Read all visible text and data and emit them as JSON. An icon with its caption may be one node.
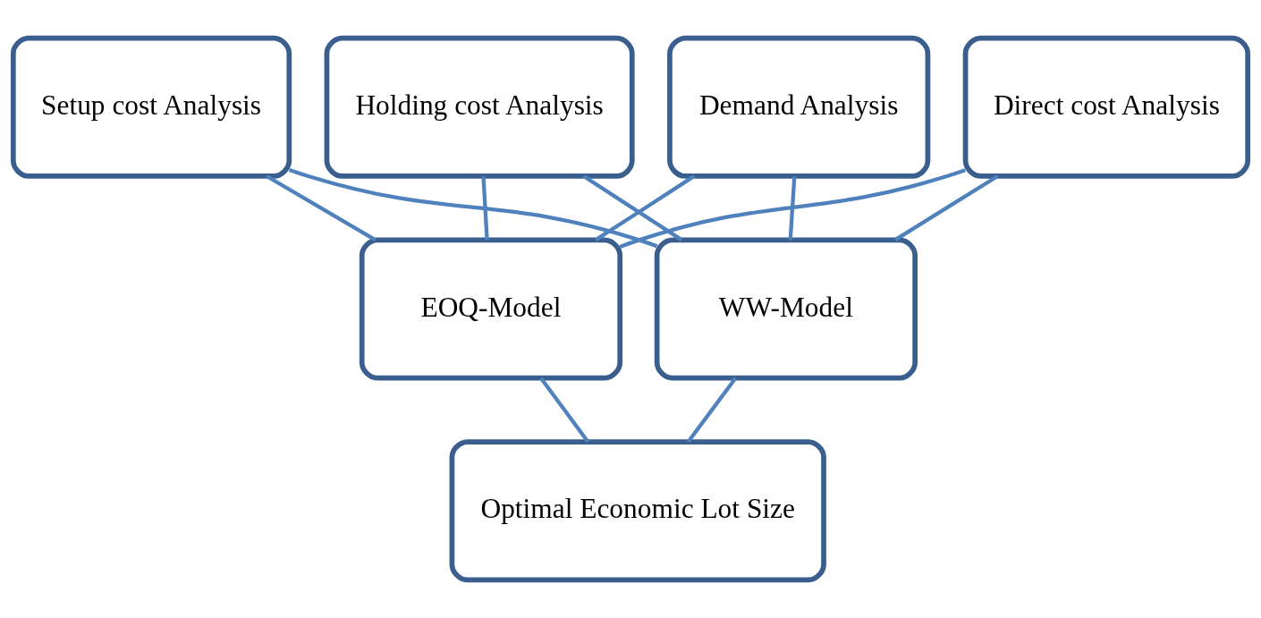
{
  "diagram": {
    "nodes": [
      {
        "text": [
          "Demand Analysis"
        ]
      },
      {
        "text": [
          "Direct cost Analysis"
        ]
      },
      {
        "text": [
          "Setup cost Analysis"
        ]
      },
      {
        "text": [
          "Holding cost Analysis"
        ]
      },
      {
        "text": [
          "EOQ-Model"
        ]
      },
      {
        "text": [
          "WW-Model"
        ]
      },
      {
        "text": [
          "Optimal Economic Lot Size"
        ]
      }
    ],
    "edges": [
      {
        "from": 0,
        "to": 4,
        "arrow": "none"
      },
      {
        "from": 0,
        "to": 5,
        "arrow": "none"
      },
      {
        "from": 1,
        "to": 4,
        "arrow": "none"
      },
      {
        "from": 1,
        "to": 5,
        "arrow": "none"
      },
      {
        "from": 2,
        "to": 4,
        "arrow": "none"
      },
      {
        "from": 2,
        "to": 5,
        "arrow": "none"
      },
      {
        "from": 3,
        "to": 4,
        "arrow": "none"
      },
      {
        "from": 3,
        "to": 5,
        "arrow": "none"
      },
      {
        "from": 4,
        "to": 6,
        "arrow": "none"
      },
      {
        "from": 5,
        "to": 6,
        "arrow": "none"
      }
    ]
  }
}
